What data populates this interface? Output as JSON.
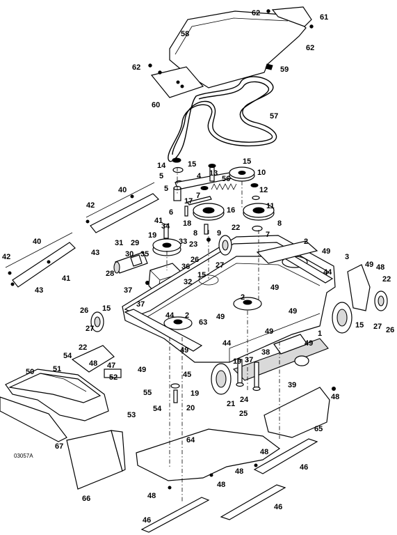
{
  "figure_id": "03057A",
  "callouts": [
    {
      "label": "62"
    },
    {
      "label": "61"
    },
    {
      "label": "62"
    },
    {
      "label": "58"
    },
    {
      "label": "62"
    },
    {
      "label": "59"
    },
    {
      "label": "60"
    },
    {
      "label": "57"
    },
    {
      "label": "14"
    },
    {
      "label": "15"
    },
    {
      "label": "15"
    },
    {
      "label": "5"
    },
    {
      "label": "4"
    },
    {
      "label": "13"
    },
    {
      "label": "10"
    },
    {
      "label": "56"
    },
    {
      "label": "5"
    },
    {
      "label": "7"
    },
    {
      "label": "12"
    },
    {
      "label": "17"
    },
    {
      "label": "16"
    },
    {
      "label": "11"
    },
    {
      "label": "6"
    },
    {
      "label": "18"
    },
    {
      "label": "8"
    },
    {
      "label": "40"
    },
    {
      "label": "42"
    },
    {
      "label": "41"
    },
    {
      "label": "8"
    },
    {
      "label": "9"
    },
    {
      "label": "22"
    },
    {
      "label": "7"
    },
    {
      "label": "34"
    },
    {
      "label": "43"
    },
    {
      "label": "19"
    },
    {
      "label": "31"
    },
    {
      "label": "29"
    },
    {
      "label": "33"
    },
    {
      "label": "23"
    },
    {
      "label": "2"
    },
    {
      "label": "40"
    },
    {
      "label": "30"
    },
    {
      "label": "35"
    },
    {
      "label": "26"
    },
    {
      "label": "3"
    },
    {
      "label": "49"
    },
    {
      "label": "42"
    },
    {
      "label": "15"
    },
    {
      "label": "27"
    },
    {
      "label": "49"
    },
    {
      "label": "48"
    },
    {
      "label": "28"
    },
    {
      "label": "36"
    },
    {
      "label": "44"
    },
    {
      "label": "41"
    },
    {
      "label": "43"
    },
    {
      "label": "32"
    },
    {
      "label": "22"
    },
    {
      "label": "37"
    },
    {
      "label": "49"
    },
    {
      "label": "37"
    },
    {
      "label": "2"
    },
    {
      "label": "44"
    },
    {
      "label": "49"
    },
    {
      "label": "26"
    },
    {
      "label": "15"
    },
    {
      "label": "2"
    },
    {
      "label": "63"
    },
    {
      "label": "49"
    },
    {
      "label": "15"
    },
    {
      "label": "27"
    },
    {
      "label": "49"
    },
    {
      "label": "26"
    },
    {
      "label": "27"
    },
    {
      "label": "1"
    },
    {
      "label": "44"
    },
    {
      "label": "49"
    },
    {
      "label": "22"
    },
    {
      "label": "49"
    },
    {
      "label": "54"
    },
    {
      "label": "38"
    },
    {
      "label": "37"
    },
    {
      "label": "48"
    },
    {
      "label": "47"
    },
    {
      "label": "45"
    },
    {
      "label": "19"
    },
    {
      "label": "51"
    },
    {
      "label": "49"
    },
    {
      "label": "39"
    },
    {
      "label": "50"
    },
    {
      "label": "52"
    },
    {
      "label": "21"
    },
    {
      "label": "24"
    },
    {
      "label": "55"
    },
    {
      "label": "19"
    },
    {
      "label": "48"
    },
    {
      "label": "20"
    },
    {
      "label": "25"
    },
    {
      "label": "54"
    },
    {
      "label": "53"
    },
    {
      "label": "65"
    },
    {
      "label": "67"
    },
    {
      "label": "64"
    },
    {
      "label": "48"
    },
    {
      "label": "46"
    },
    {
      "label": "48"
    },
    {
      "label": "48"
    },
    {
      "label": "66"
    },
    {
      "label": "48"
    },
    {
      "label": "46"
    },
    {
      "label": "46"
    }
  ]
}
